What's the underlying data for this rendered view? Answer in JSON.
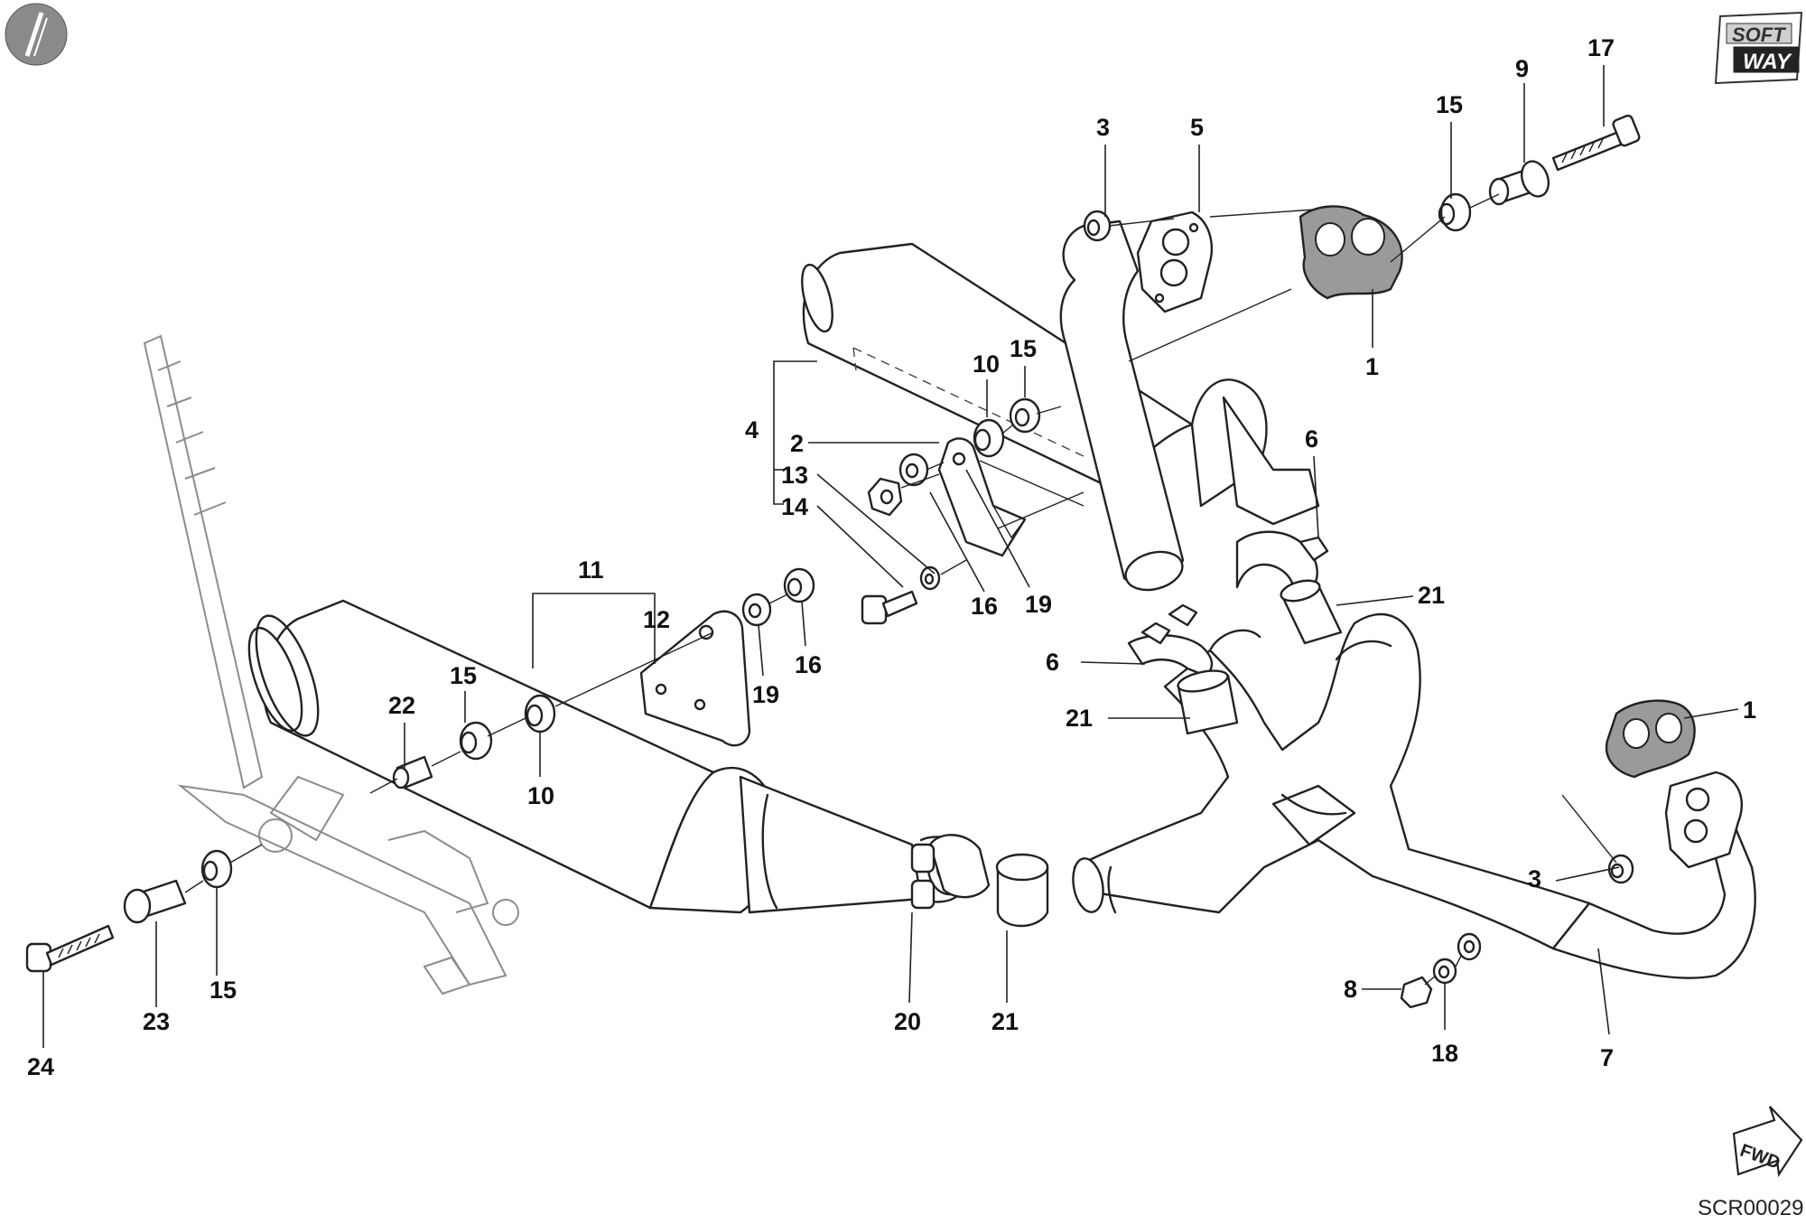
{
  "diagram_code": "SCR00029",
  "brand_logo": {
    "text_line1": "SOFT",
    "text_line2": "WAY",
    "icon": "softway-logo"
  },
  "corner_badge": {
    "icon": "ducati-badge-icon"
  },
  "direction_arrow": {
    "text": "FWD",
    "icon": "forward-arrow-icon"
  },
  "callouts": [
    "1",
    "1",
    "2",
    "3",
    "3",
    "4",
    "5",
    "6",
    "6",
    "7",
    "8",
    "9",
    "10",
    "10",
    "11",
    "12",
    "13",
    "14",
    "15",
    "15",
    "15",
    "15",
    "16",
    "16",
    "17",
    "18",
    "19",
    "19",
    "20",
    "21",
    "21",
    "21",
    "22",
    "23",
    "24"
  ]
}
